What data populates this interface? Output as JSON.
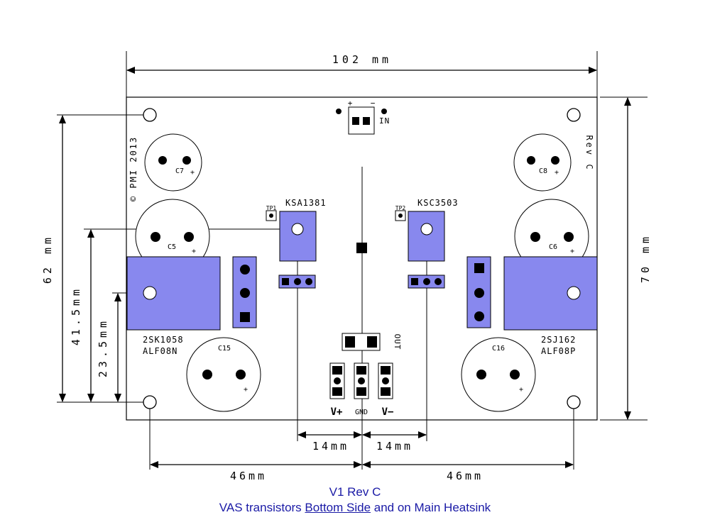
{
  "dimensions": {
    "width_top": "102 mm",
    "height_right": "70 mm",
    "height_left_62": "62 mm",
    "height_left_41": "41.5mm",
    "height_left_23": "23.5mm",
    "spacing_left_14": "14mm",
    "spacing_right_14": "14mm",
    "bottom_left_46": "46mm",
    "bottom_right_46": "46mm"
  },
  "silkscreen": {
    "pmi": "© PMI 2013",
    "rev": "Rev C",
    "in": "IN",
    "in_plus": "+",
    "in_minus": "−",
    "c7": "C7",
    "c8": "C8",
    "c5": "C5",
    "c6": "C6",
    "c15": "C15",
    "c16": "C16",
    "plus": "+",
    "tp1": "TP1",
    "tp2": "TP2",
    "ksa": "KSA1381",
    "ksc": "KSC3503",
    "sk": "2SK1058",
    "alf_n": "ALF08N",
    "sj": "2SJ162",
    "alf_p": "ALF08P",
    "out": "OUT",
    "vplus": "V+",
    "gnd": "GND",
    "vminus": "V−"
  },
  "caption": {
    "line1": "V1 Rev C",
    "line2_pre": "VAS transistors ",
    "line2_link": "Bottom Side",
    "line2_post": " and on Main Heatsink"
  },
  "colors": {
    "pad_blue": "#8888ee",
    "caption_blue": "#1a1aa6"
  }
}
